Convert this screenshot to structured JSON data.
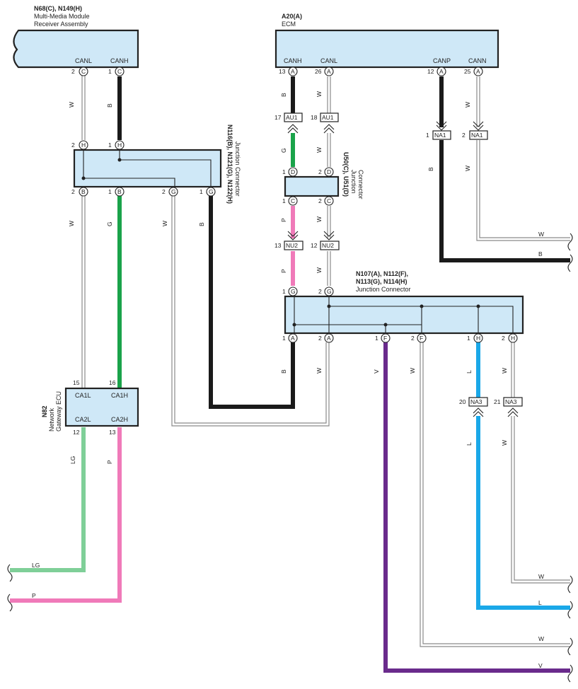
{
  "colors": {
    "B": "#1a1a1a",
    "W": "#8a8a8a",
    "G": "#1aa34a",
    "P": "#f07ab9",
    "LG": "#7fcf98",
    "L": "#1aa8e8",
    "V": "#6a2b8c",
    "box": "#cfe8f7"
  },
  "components": {
    "n68": {
      "id": "N68(C), N149(H)",
      "line1": "Multi-Media Module",
      "line2": "Receiver Assembly",
      "pin_canl": "CANL",
      "pin_canh": "CANH"
    },
    "a20": {
      "id": "A20(A)",
      "name": "ECM",
      "canh": "CANH",
      "canl": "CANL",
      "canp": "CANP",
      "cann": "CANN"
    },
    "n116": {
      "id": "N116(B), N121(G), N122(H)",
      "name": "Junction Connector"
    },
    "u50": {
      "id": "U50(C), U51(D)",
      "line1": "Junction",
      "line2": "Connector"
    },
    "n107": {
      "id1": "N107(A), N112(F),",
      "id2": "N113(G), N114(H)",
      "name": "Junction Connector"
    },
    "n82": {
      "id": "N82",
      "line1": "Network",
      "line2": "Gateway ECU",
      "ca1l": "CA1L",
      "ca1h": "CA1H",
      "ca2l": "CA2L",
      "ca2h": "CA2H"
    }
  },
  "pins": {
    "n68_canl": {
      "num": "2",
      "letter": "C"
    },
    "n68_canh": {
      "num": "1",
      "letter": "C"
    },
    "a20_canh": {
      "num": "13",
      "letter": "A"
    },
    "a20_canl": {
      "num": "26",
      "letter": "A"
    },
    "a20_canp": {
      "num": "12",
      "letter": "A"
    },
    "a20_cann": {
      "num": "25",
      "letter": "A"
    },
    "n116_t2": {
      "num": "2",
      "letter": "H"
    },
    "n116_t1": {
      "num": "1",
      "letter": "H"
    },
    "n116_b2": {
      "num": "2",
      "letter": "B"
    },
    "n116_b1": {
      "num": "1",
      "letter": "B"
    },
    "n116_g2": {
      "num": "2",
      "letter": "G"
    },
    "n116_g1": {
      "num": "1",
      "letter": "G"
    },
    "u50_t1": {
      "num": "1",
      "letter": "D"
    },
    "u50_t2": {
      "num": "2",
      "letter": "D"
    },
    "u50_b1": {
      "num": "1",
      "letter": "C"
    },
    "u50_b2": {
      "num": "2",
      "letter": "C"
    },
    "n107_t1": {
      "num": "1",
      "letter": "G"
    },
    "n107_t2": {
      "num": "2",
      "letter": "G"
    },
    "n107_a1": {
      "num": "1",
      "letter": "A"
    },
    "n107_a2": {
      "num": "2",
      "letter": "A"
    },
    "n107_f1": {
      "num": "1",
      "letter": "F"
    },
    "n107_f2": {
      "num": "2",
      "letter": "F"
    },
    "n107_h1": {
      "num": "1",
      "letter": "H"
    },
    "n107_h2": {
      "num": "2",
      "letter": "H"
    },
    "n82_15": "15",
    "n82_16": "16",
    "n82_12": "12",
    "n82_13": "13"
  },
  "inline_connectors": {
    "au1a": {
      "num": "17",
      "name": "AU1"
    },
    "au1b": {
      "num": "18",
      "name": "AU1"
    },
    "na1a": {
      "num": "1",
      "name": "NA1"
    },
    "na1b": {
      "num": "2",
      "name": "NA1"
    },
    "nu2a": {
      "num": "13",
      "name": "NU2"
    },
    "nu2b": {
      "num": "12",
      "name": "NU2"
    },
    "na3a": {
      "num": "20",
      "name": "NA3"
    },
    "na3b": {
      "num": "21",
      "name": "NA3"
    }
  },
  "wire_labels": {
    "w1": "W",
    "b1": "B",
    "b2": "B",
    "w2": "W",
    "b3": "B",
    "w3": "W",
    "g1": "G",
    "w4": "W",
    "w5": "W",
    "g2": "G",
    "w6": "W",
    "b4": "B",
    "p1": "P",
    "w7": "W",
    "p2": "P",
    "w8": "W",
    "w9": "W",
    "b5": "B",
    "b6": "B",
    "w10": "W",
    "v1": "V",
    "w11": "W",
    "l1": "L",
    "w12": "W",
    "l2": "L",
    "w13": "W",
    "lg1": "LG",
    "p3": "P",
    "lg2": "LG",
    "p4": "P",
    "r_w1": "W",
    "r_w2": "W",
    "r_l": "L",
    "r_w3": "W",
    "r_v": "V"
  }
}
